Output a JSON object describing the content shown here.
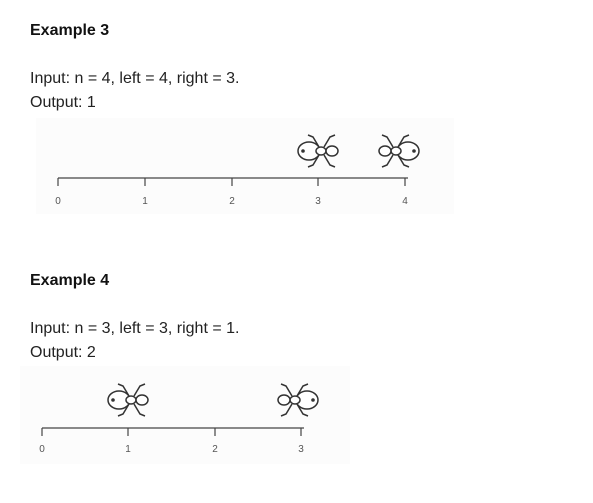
{
  "examples": [
    {
      "heading": "Example 3",
      "input": "Input: n = 4, left = 4, right = 3.",
      "output": "Output: 1",
      "number_line": {
        "ticks": [
          "0",
          "1",
          "2",
          "3",
          "4"
        ],
        "ants": [
          {
            "position": 3,
            "facing": "left",
            "icon": "ant-icon"
          },
          {
            "position": 4,
            "facing": "right",
            "icon": "ant-icon"
          }
        ]
      }
    },
    {
      "heading": "Example 4",
      "input": "Input: n = 3, left = 3, right = 1.",
      "output": "Output: 2",
      "number_line": {
        "ticks": [
          "0",
          "1",
          "2",
          "3"
        ],
        "ants": [
          {
            "position": 1,
            "facing": "left",
            "icon": "ant-icon"
          },
          {
            "position": 3,
            "facing": "right",
            "icon": "ant-icon"
          }
        ]
      }
    }
  ]
}
